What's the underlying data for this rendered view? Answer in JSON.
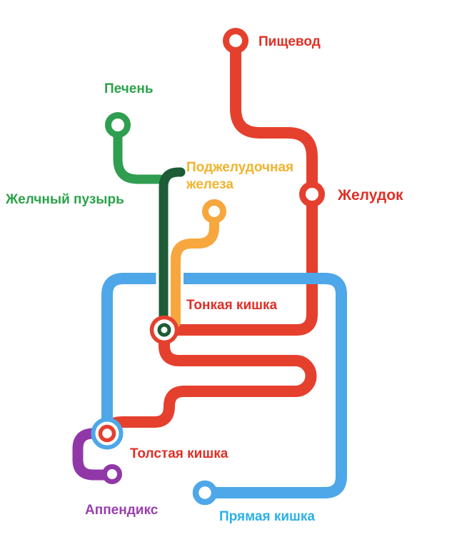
{
  "colors": {
    "red": "#e5402e",
    "red_label": "#e02f26",
    "blue": "#4da7e8",
    "cyan_label": "#2cb1e8",
    "green": "#2f9e50",
    "dark_green": "#1d5c36",
    "green_label": "#2ca24b",
    "orange": "#f7a73e",
    "yellow_label": "#f2b32c",
    "purple": "#9138a8",
    "purple_label": "#9a3fae"
  },
  "stations": {
    "esophagus": {
      "label": "Пищевод"
    },
    "liver": {
      "label": "Печень"
    },
    "gallbladder": {
      "label": "Желчный пузырь"
    },
    "pancreas": {
      "label_line1": "Поджелудочная",
      "label_line2": "железа"
    },
    "stomach": {
      "label": "Желудок"
    },
    "small_intestine": {
      "label": "Тонкая кишка"
    },
    "large_intestine": {
      "label": "Толстая кишка"
    },
    "appendix": {
      "label": "Аппендикс"
    },
    "rectum": {
      "label": "Прямая кишка"
    }
  }
}
